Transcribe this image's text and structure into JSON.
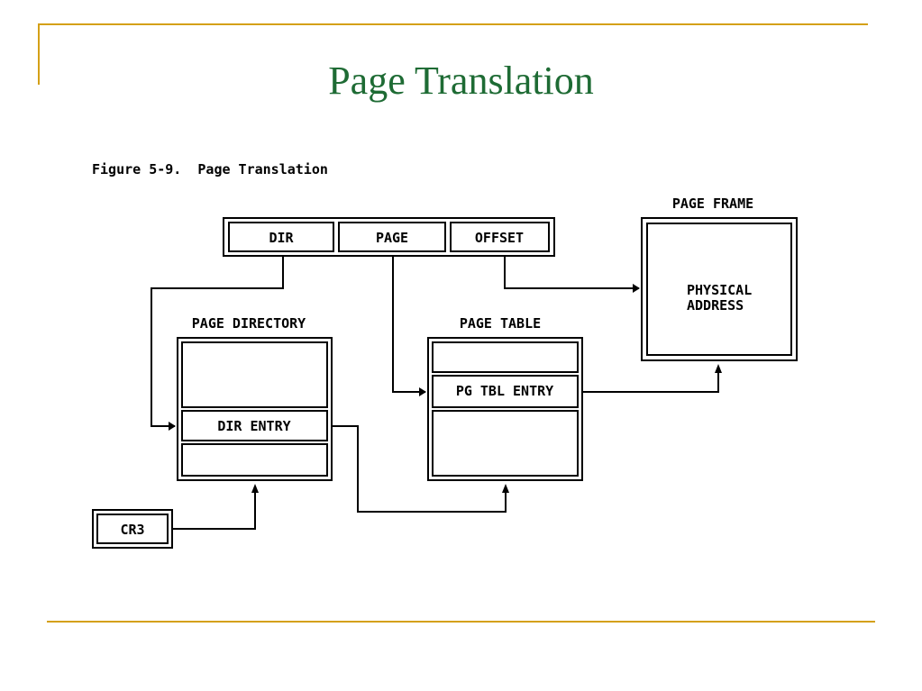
{
  "slide": {
    "title": "Page Translation",
    "accent_color": "#d4a017",
    "title_color": "#1e6b34"
  },
  "figure": {
    "caption": "Figure 5-9.  Page Translation",
    "linear_address": {
      "fields": [
        "DIR",
        "PAGE",
        "OFFSET"
      ]
    },
    "page_frame": {
      "label": "PAGE FRAME",
      "content_line1": "PHYSICAL",
      "content_line2": "ADDRESS"
    },
    "page_directory": {
      "label": "PAGE DIRECTORY",
      "entry": "DIR ENTRY"
    },
    "page_table": {
      "label": "PAGE TABLE",
      "entry": "PG TBL ENTRY"
    },
    "cr3": {
      "label": "CR3"
    }
  }
}
